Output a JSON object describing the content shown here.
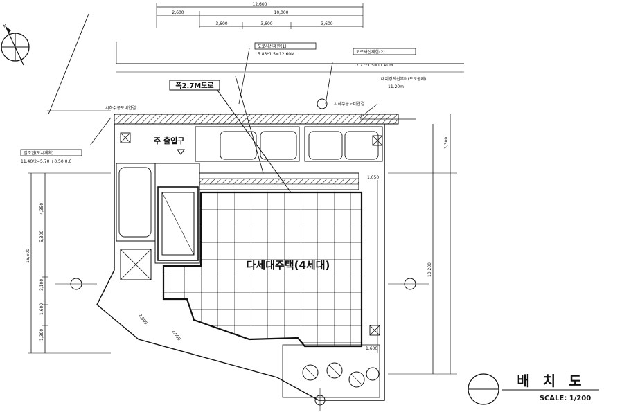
{
  "labels": {
    "road_width": "폭2.7M도로",
    "main_entrance": "주 출입구",
    "building": "다세대주택(4세대)",
    "sewer_left": "시하수공도비연결",
    "sewer_right": "시하수공도비연결",
    "drawing_title": "배 치 도",
    "scale": "SCALE: 1/200"
  },
  "dims": {
    "top_total": "12,600",
    "top_left": "2,600",
    "top_sub": "10,000",
    "top_a": "3,600",
    "top_b": "3,600",
    "top_c": "3,600",
    "left_total": "16,600",
    "left_a": "5,300",
    "left_b": "4,350",
    "left_c": "3,100",
    "left_d": "1,600",
    "left_e": "1,300",
    "right_a": "3,300",
    "right_b": "10,200",
    "side_1": "1,050",
    "side_2": "1,600",
    "diag_1": "2,000",
    "diag_2": "2,000"
  },
  "notes": {
    "road_line_1_title": "도로사선제한(1)",
    "road_line_1_calc": "5.83*1.5=12.60M",
    "road_line_2_title": "도로사선제한(2)",
    "road_line_2_calc": "7.77*1.5=11.40M",
    "setback_title": "대지경계선부터(도로공제)",
    "setback_value": "11.20m",
    "left_note_title": "일조권(도시계획)",
    "left_note_calc": "11.40/2=5.70 +0.50 0.6"
  }
}
